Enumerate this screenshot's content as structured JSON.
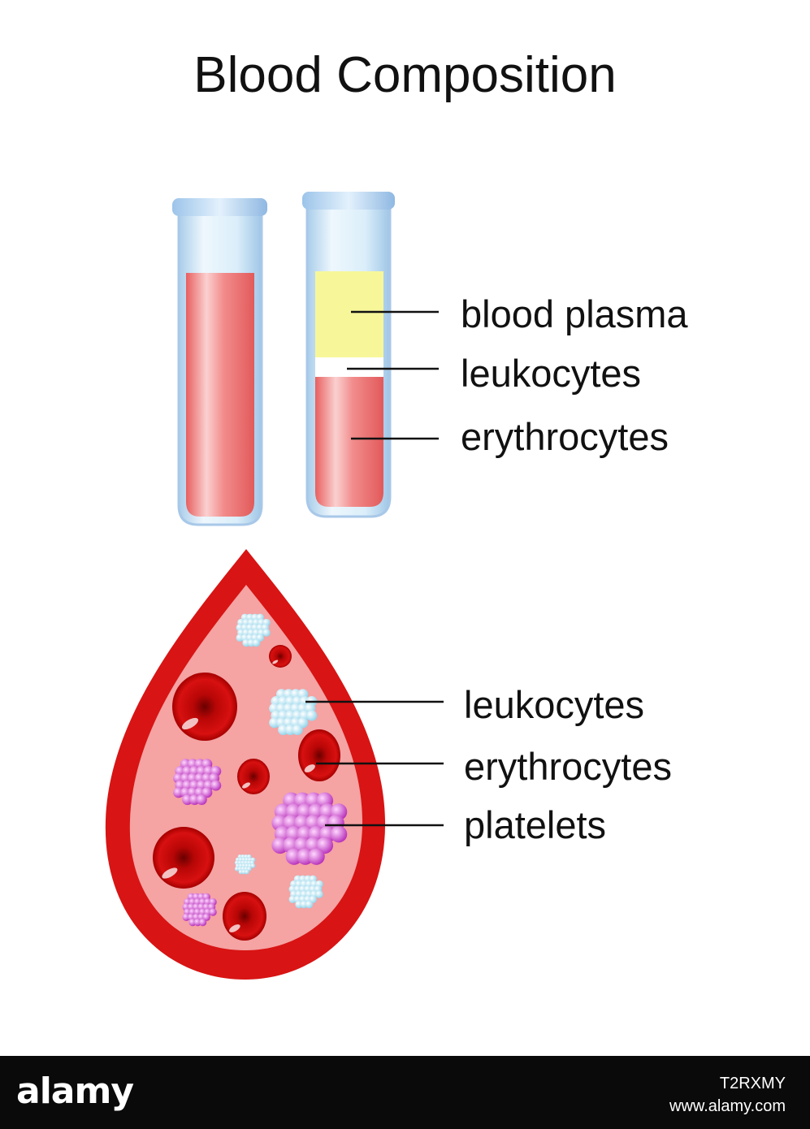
{
  "title": "Blood Composition",
  "tube_labels": [
    "blood plasma",
    "leukocytes",
    "erythrocytes"
  ],
  "drop_labels": [
    "leukocytes",
    "erythrocytes",
    "platelets"
  ],
  "footer": {
    "logo": "alamy",
    "image_id": "T2RXMY",
    "site": "www.alamy.com"
  },
  "colors": {
    "blood": "#d81414",
    "tube_blood": "#f08080",
    "plasma": "#f7f79a",
    "drop_fill": "#f5a3a3",
    "leukocyte": "#c6eef8",
    "platelet": "#d65ad8",
    "tube_glass": "#c9e3f5"
  }
}
